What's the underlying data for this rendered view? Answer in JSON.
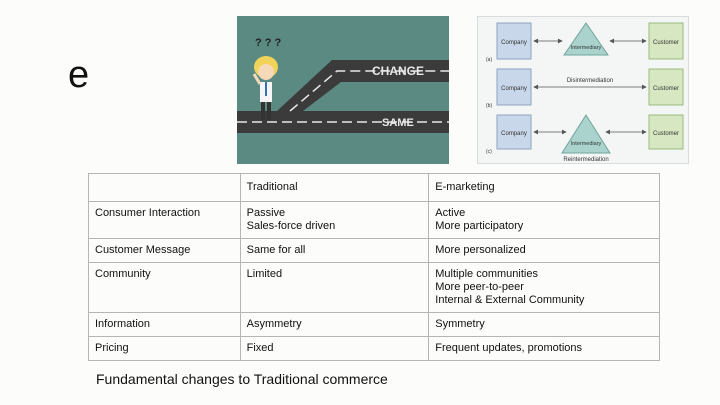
{
  "slide": {
    "letter": "e"
  },
  "roads_illustration": {
    "question_marks": "? ? ?",
    "change_label": "CHANGE",
    "same_label": "SAME",
    "colors": {
      "background": "#5a8a82",
      "road": "#3b3b3b",
      "line": "#e8e8e8"
    }
  },
  "intermediation_diagram": {
    "rows": [
      {
        "tag": "(a)",
        "left": "Company",
        "middle": "Intermediary",
        "right": "Customer"
      },
      {
        "tag": "(b)",
        "left": "Company",
        "middle": "Disintermediation",
        "right": "Customer"
      },
      {
        "tag": "(c)",
        "left": "Company",
        "middle": "Intermediary",
        "right": "Customer",
        "footer": "Reintermediation"
      }
    ],
    "colors": {
      "company_box": "#c9d7ea",
      "customer_box": "#d6e7c2",
      "triangle": "#a9d3cc"
    }
  },
  "table": {
    "header": [
      "",
      "Traditional",
      "E-marketing"
    ],
    "rows": [
      {
        "label": "Consumer Interaction",
        "traditional": [
          "Passive",
          "Sales-force driven"
        ],
        "emarketing": [
          "Active",
          "More participatory"
        ]
      },
      {
        "label": "Customer Message",
        "traditional": [
          "Same for all"
        ],
        "emarketing": [
          "More personalized"
        ]
      },
      {
        "label": "Community",
        "traditional": [
          "Limited"
        ],
        "emarketing": [
          "Multiple communities",
          "More peer-to-peer",
          "Internal & External Community"
        ]
      },
      {
        "label": "Information",
        "traditional": [
          "Asymmetry"
        ],
        "emarketing": [
          "Symmetry"
        ]
      },
      {
        "label": "Pricing",
        "traditional": [
          "Fixed"
        ],
        "emarketing": [
          "Frequent updates, promotions"
        ]
      }
    ]
  },
  "caption": "Fundamental changes to Traditional commerce"
}
